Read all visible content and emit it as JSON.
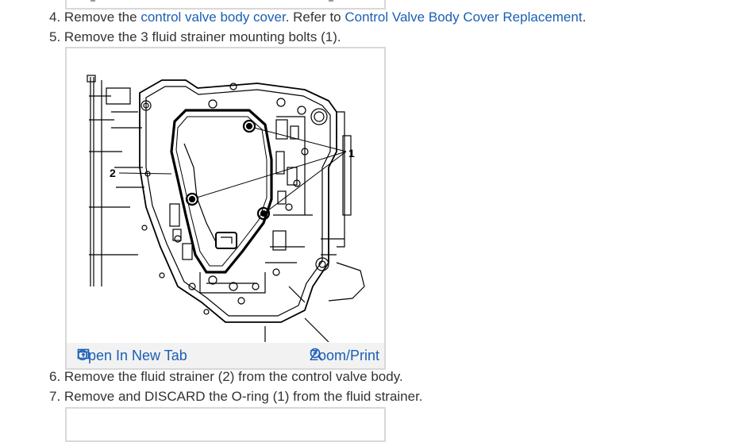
{
  "steps": [
    {
      "number": "4.",
      "text_before": "Remove the ",
      "link1": "control valve body cover",
      "text_middle": ". Refer to ",
      "link2": "Control Valve Body Cover Replacement",
      "text_after": "."
    },
    {
      "number": "5.",
      "text": "Remove the 3 fluid strainer mounting bolts (1)."
    },
    {
      "number": "6.",
      "text": "Remove the fluid strainer (2) from the control valve body."
    },
    {
      "number": "7.",
      "text": "Remove and DISCARD the O-ring (1) from the fluid strainer."
    }
  ],
  "figure": {
    "callouts": [
      "1",
      "2"
    ],
    "open_new_tab_label": "Open In New Tab",
    "zoom_print_label": "Zoom/Print",
    "icons": [
      "open-new-tab-icon",
      "zoom-in-icon"
    ],
    "link_color": "#1a5fb4"
  }
}
